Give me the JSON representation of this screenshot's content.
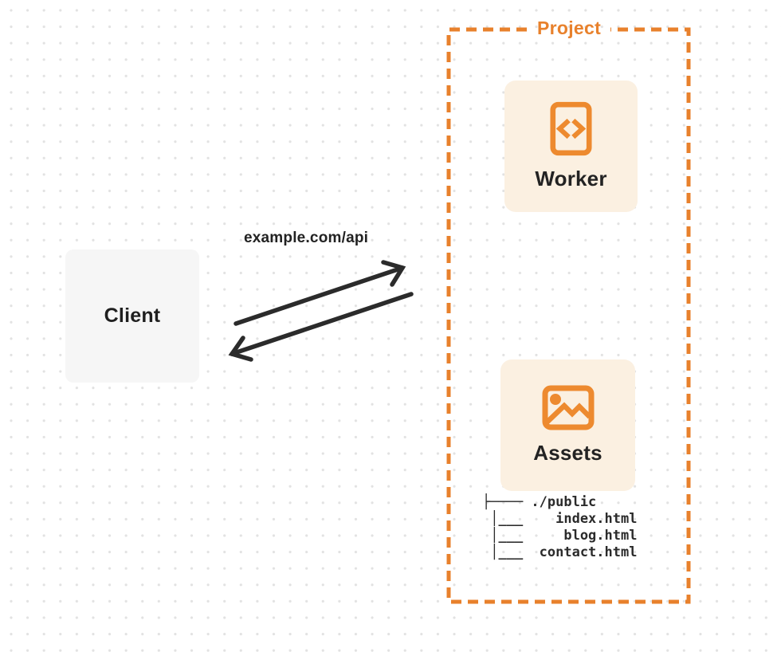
{
  "diagram": {
    "client": {
      "label": "Client"
    },
    "request": {
      "url_label": "example.com/api"
    },
    "project": {
      "label": "Project",
      "nodes": [
        {
          "label": "Worker",
          "icon": "code-file-icon"
        },
        {
          "label": "Assets",
          "icon": "image-icon"
        }
      ],
      "file_tree_text": "├──── ./public\n │___    index.html\n │___     blog.html\n │___  contact.html"
    },
    "colors": {
      "accent_orange": "#E8812C",
      "node_card_bg": "#FBF0E1",
      "client_card_bg": "#F6F6F6",
      "ink": "#262626",
      "dot_grid": "#E2E2E2"
    }
  }
}
